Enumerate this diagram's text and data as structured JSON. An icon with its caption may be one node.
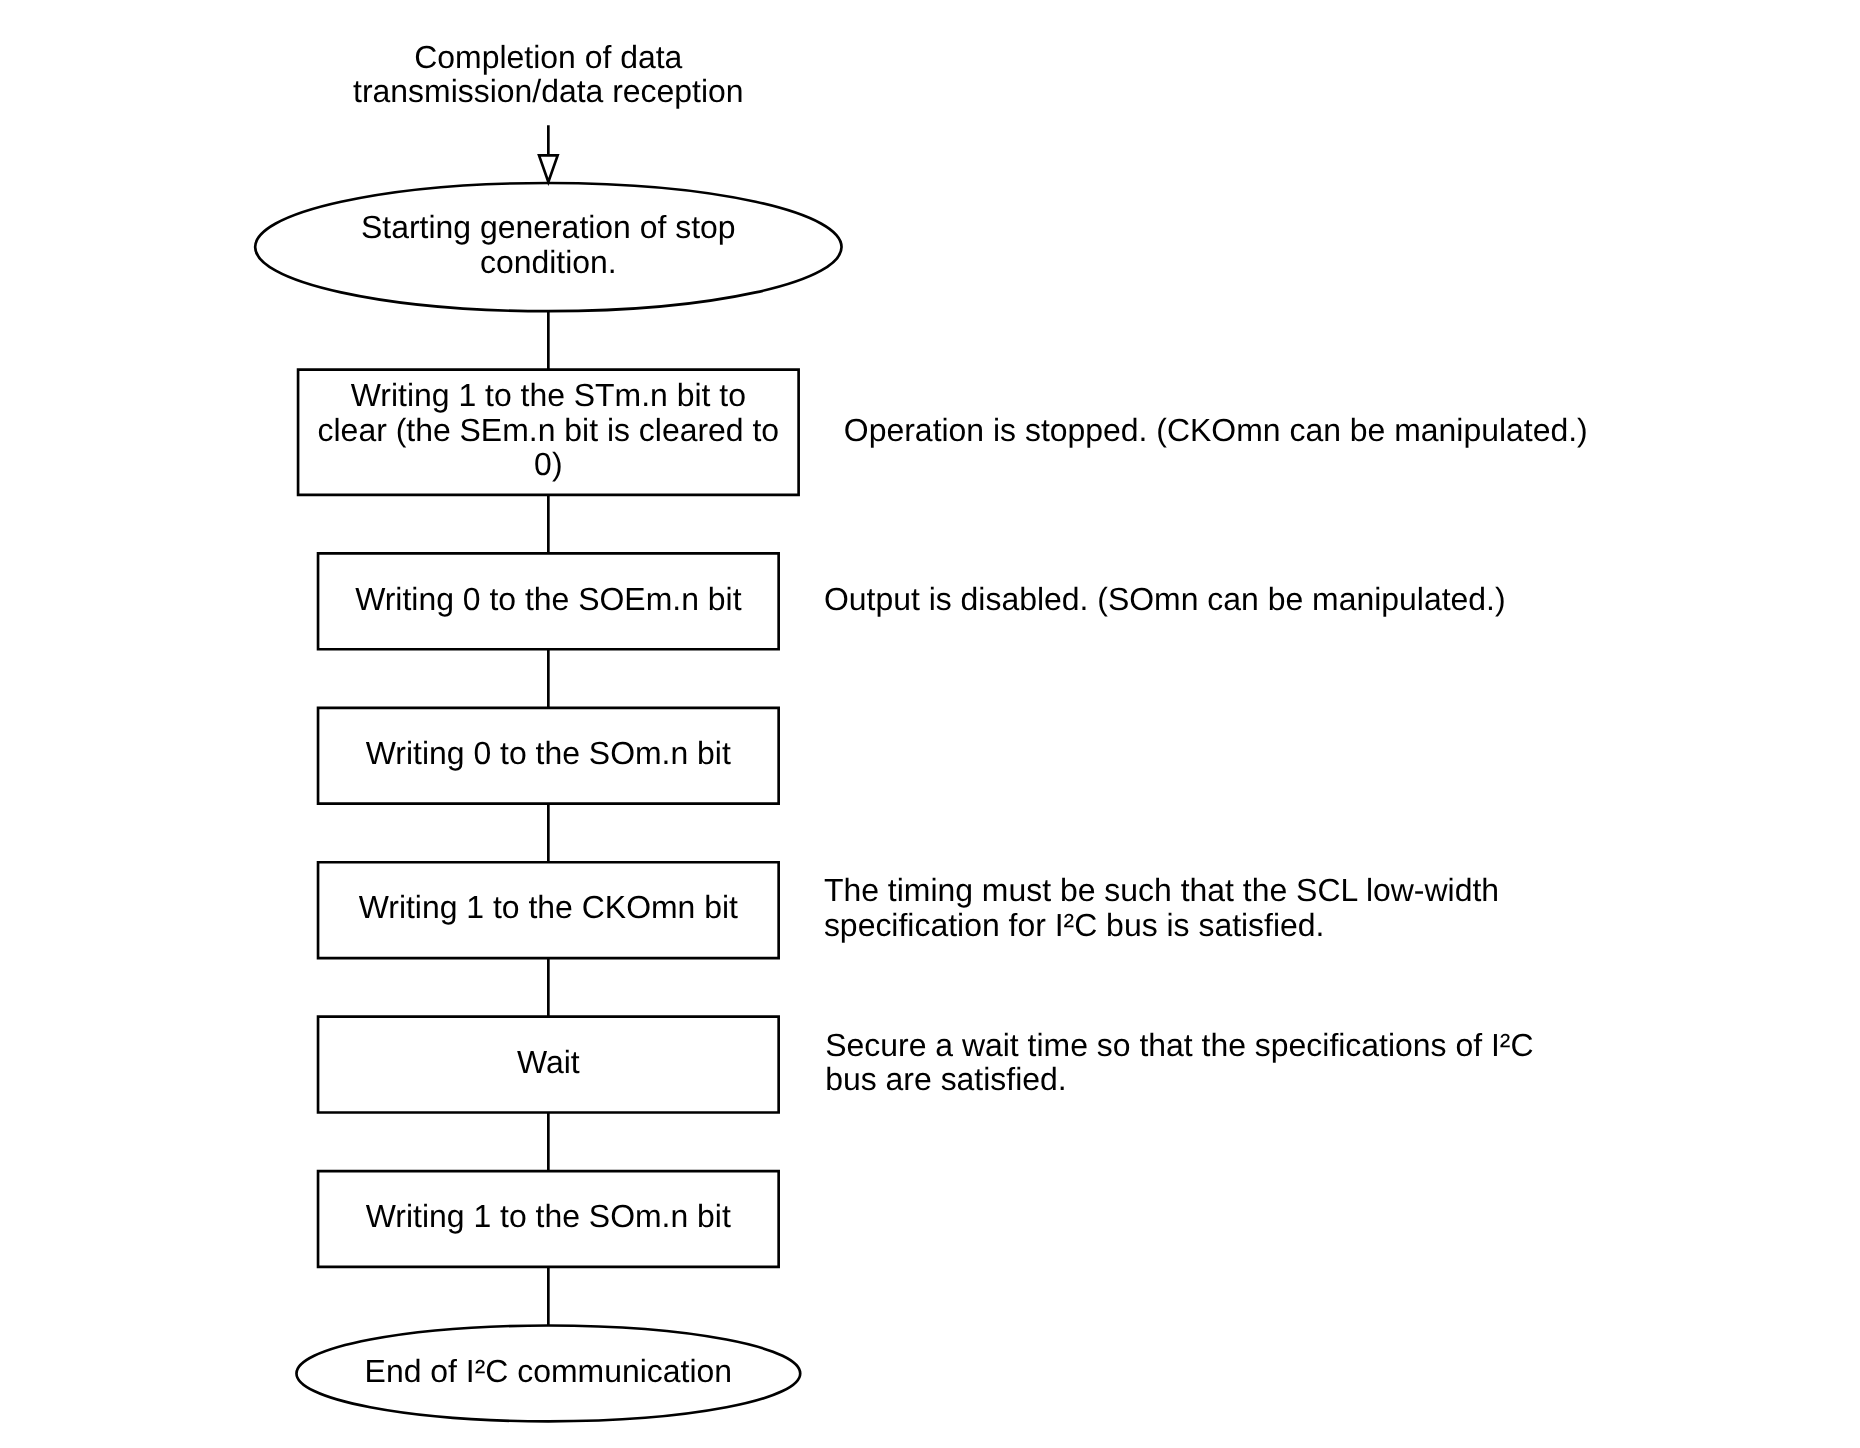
{
  "diagram": {
    "nodes": [
      {
        "text": [
          "Completion of data transmission/data reception"
        ]
      },
      {
        "text": [
          "Starting generation of stop condition."
        ]
      },
      {
        "text": [
          "Writing 1 to the STm.n bit to clear (the SEm.n bit is cleared to 0)"
        ],
        "beside": [
          "Operation is stopped. (CKOmn can be manipulated.)"
        ]
      },
      {
        "text": [
          "Writing 0 to the SOEm.n bit"
        ],
        "beside": [
          "Output is disabled. (SOmn can be manipulated.)"
        ]
      },
      {
        "text": [
          "Writing 0 to the SOm.n bit"
        ]
      },
      {
        "text": [
          "Writing 1 to the CKOmn bit"
        ],
        "beside": [
          "The timing must be such that the SCL low-width specification for I²C bus is satisfied."
        ]
      },
      {
        "text": [
          "Wait"
        ],
        "beside": [
          "Secure a wait time so that the specifications of I²C bus are satisfied."
        ]
      },
      {
        "text": [
          "Writing 1 to the SOm.n bit"
        ]
      },
      {
        "text": [
          "End of I²C communication"
        ]
      }
    ],
    "edges": [
      {
        "from": 0,
        "to": 1,
        "arrow": "to"
      },
      {
        "from": 1,
        "to": 2,
        "arrow": "none"
      },
      {
        "from": 2,
        "to": 3,
        "arrow": "none"
      },
      {
        "from": 3,
        "to": 4,
        "arrow": "none"
      },
      {
        "from": 4,
        "to": 5,
        "arrow": "none"
      },
      {
        "from": 5,
        "to": 6,
        "arrow": "none"
      },
      {
        "from": 6,
        "to": 7,
        "arrow": "none"
      },
      {
        "from": 7,
        "to": 8,
        "arrow": "none"
      }
    ]
  }
}
